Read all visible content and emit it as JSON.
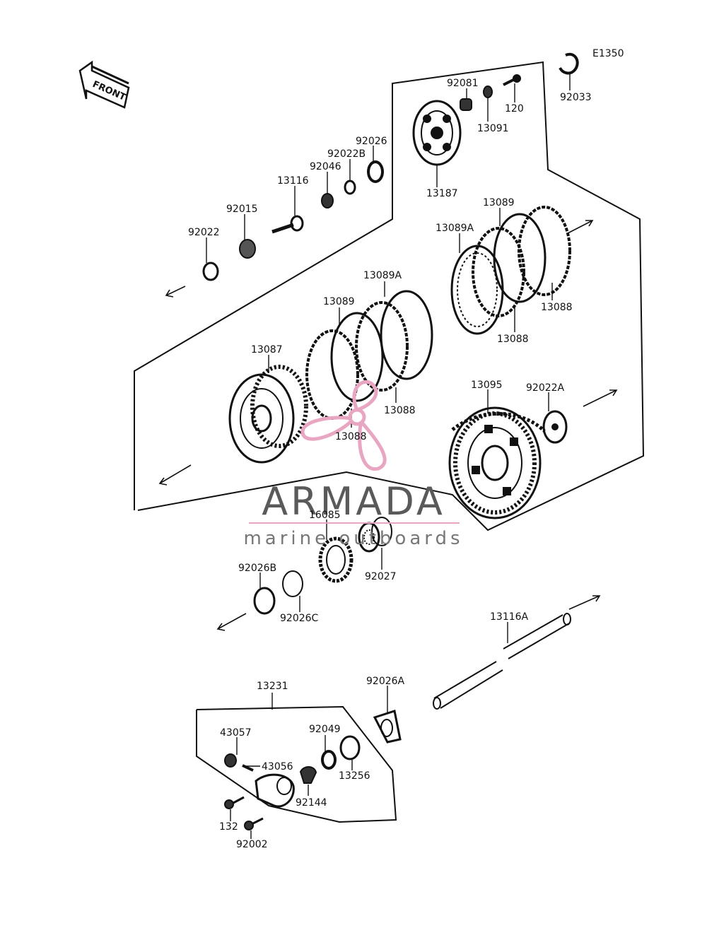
{
  "diagram_code": "E1350",
  "front_label": "FRONT",
  "watermark": {
    "brand": "ARMADA",
    "tagline": "marine outboards"
  },
  "parts": [
    "92033",
    "92081",
    "120",
    "13091",
    "13187",
    "92026",
    "92022B",
    "92046",
    "13116",
    "92015",
    "92022",
    "13089",
    "13089A",
    "13088",
    "13087",
    "13095",
    "92022A",
    "16085",
    "92027",
    "92026B",
    "92026C",
    "13116A",
    "13231",
    "92026A",
    "43057",
    "43056",
    "92049",
    "13256",
    "92144",
    "132",
    "92002"
  ],
  "colors": {
    "line": "#111111",
    "watermark_pink": "#e8a6c2",
    "watermark_text": "#5a5a5a"
  }
}
